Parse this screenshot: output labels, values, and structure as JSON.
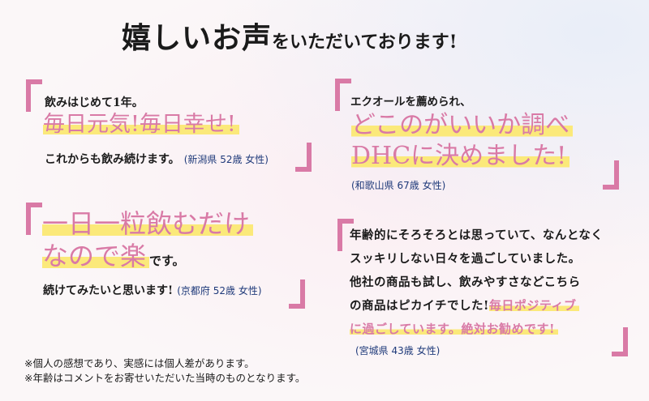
{
  "title": {
    "emphasis": "嬉しいお声",
    "rest": "をいただいております!"
  },
  "testimonials": [
    {
      "intro": "飲みはじめて1年。",
      "highlight": [
        "毎日元気!毎日幸せ!"
      ],
      "body": "これからも飲み続けます。",
      "attribution": "(新潟県 52歳 女性)"
    },
    {
      "intro": "エクオールを薦められ、",
      "highlight": [
        "どこのがいいか調べ",
        "DHCに決めました!"
      ],
      "attribution": "(和歌山県 67歳 女性)"
    },
    {
      "highlight": [
        "一日一粒飲むだけ",
        "なので楽"
      ],
      "highlight_suffix": "です。",
      "body": "続けてみたいと思います!",
      "attribution": "(京都府 52歳 女性)"
    },
    {
      "lines": [
        "年齢的にそろそろとは思っていて、なんとなく",
        "スッキリしない日々を過ごしていました。",
        "他社の商品も試し、飲みやすさなどこちら",
        "の商品はピカイチでした!"
      ],
      "highlight_inline": "毎日ポジティブ",
      "highlight_line": "に過ごしています。絶対お勧めです!",
      "attribution": "(宮城県 43歳 女性)"
    }
  ],
  "notes": [
    "※個人の感想であり、実感には個人差があります。",
    "※年齢はコメントをお寄せいただいた当時のものとなります。"
  ],
  "colors": {
    "accent_pink": "#d97aa6",
    "highlight_yellow": "#fbe97a",
    "attribution_navy": "#1f3a7a"
  }
}
